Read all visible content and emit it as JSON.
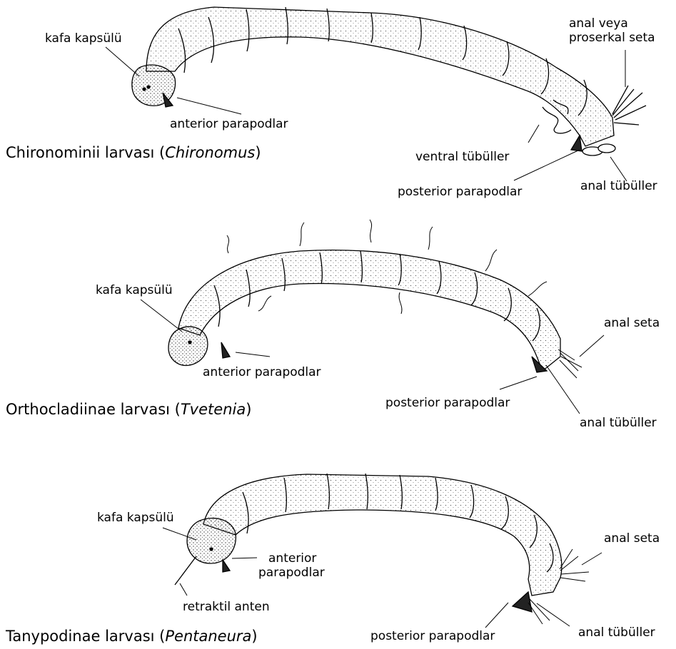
{
  "panels": [
    {
      "caption": {
        "prefix": "Chironominii larvası (",
        "genus": "Chironomus",
        "suffix": ")"
      },
      "labels": {
        "head_capsule": "kafa kapsülü",
        "anterior_parapods": "anterior parapodlar",
        "anal_setae_line1": "anal veya",
        "anal_setae_line2": "proserkal seta",
        "ventral_tubules": "ventral tübüller",
        "posterior_parapods": "posterior parapodlar",
        "anal_tubules": "anal tübüller"
      }
    },
    {
      "caption": {
        "prefix": "Orthocladiinae larvası (",
        "genus": "Tvetenia",
        "suffix": ")"
      },
      "labels": {
        "head_capsule": "kafa kapsülü",
        "anterior_parapods": "anterior parapodlar",
        "anal_setae": "anal seta",
        "posterior_parapods": "posterior parapodlar",
        "anal_tubules": "anal tübüller"
      }
    },
    {
      "caption": {
        "prefix": "Tanypodinae larvası (",
        "genus": "Pentaneura",
        "suffix": ")"
      },
      "labels": {
        "head_capsule": "kafa kapsülü",
        "anterior_parapods_line1": "anterior",
        "anterior_parapods_line2": "parapodlar",
        "retractile_antenna": "retraktil anten",
        "anal_setae": "anal seta",
        "posterior_parapods": "posterior parapodlar",
        "anal_tubules": "anal tübüller"
      }
    }
  ]
}
